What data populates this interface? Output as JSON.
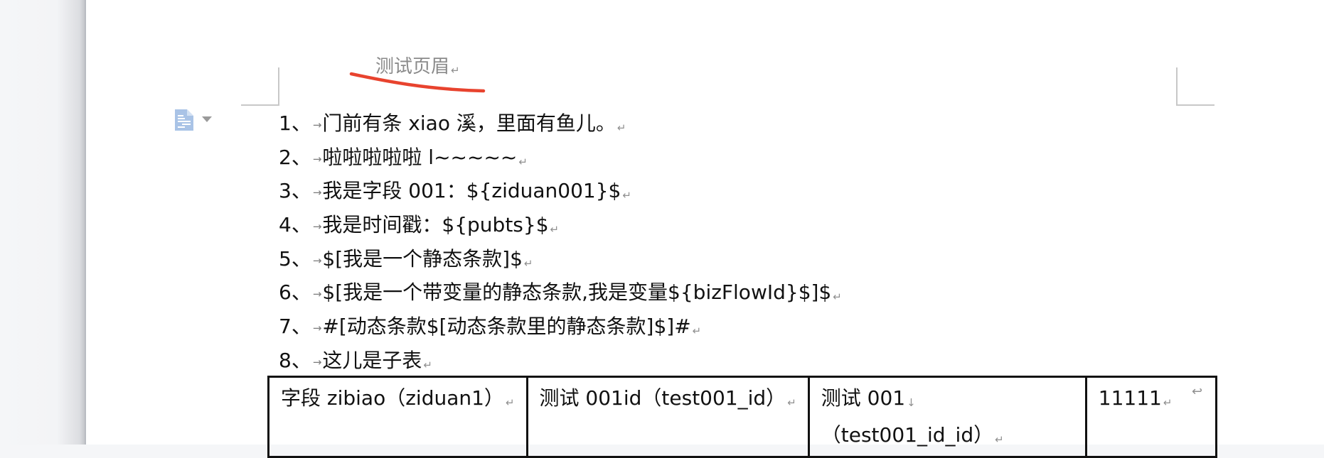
{
  "document": {
    "header": {
      "text": "测试页眉",
      "paragraph_mark": "↵"
    },
    "paragraph_options_icon": "paragraph-layout-icon",
    "list": [
      {
        "number": "1、",
        "text": "门前有条 xiao 溪，里面有鱼儿。"
      },
      {
        "number": "2、",
        "text": "啦啦啦啦啦 l~~~~~"
      },
      {
        "number": "3、",
        "text": "我是字段 001：${ziduan001}$"
      },
      {
        "number": "4、",
        "text": "我是时间戳：${pubts}$"
      },
      {
        "number": "5、",
        "text": "$[我是一个静态条款]$"
      },
      {
        "number": "6、",
        "text": "$[我是一个带变量的静态条款,我是变量${bizFlowId}$]$"
      },
      {
        "number": "7、",
        "text": "#[动态条款$[动态条款里的静态条款]$]#"
      },
      {
        "number": "8、",
        "text": "这儿是子表"
      }
    ],
    "tab_mark": "→",
    "paragraph_mark": "↵",
    "subtable": {
      "rows": [
        {
          "cells": [
            {
              "line1": "字段 zibiao（ziduan1）",
              "line2": ""
            },
            {
              "line1": "测试 001id（test001_id）",
              "line2": ""
            },
            {
              "line1": "测试 001",
              "line2": "（test001_id_id）"
            },
            {
              "line1": "11111",
              "line2": ""
            }
          ]
        }
      ],
      "line_break_mark": "↓",
      "row_end_mark": "↩"
    }
  },
  "colors": {
    "annotation_red": "#e8432e",
    "header_gray": "#8a8a8a",
    "icon_blue": "#a9c3e6"
  }
}
